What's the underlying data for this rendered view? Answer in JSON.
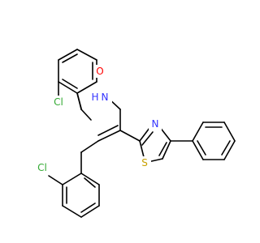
{
  "molecule": {
    "atoms": {
      "cl1": {
        "label": "Cl",
        "color": "#33aa33"
      },
      "o1": {
        "label": "O",
        "color": "#ff0000"
      },
      "n1": {
        "label": "N",
        "color": "#3333ff"
      },
      "h1": {
        "label": "H",
        "color": "#3333ff"
      },
      "cl2": {
        "label": "Cl",
        "color": "#33aa33"
      },
      "n2": {
        "label": "N",
        "color": "#3333ff"
      },
      "s1": {
        "label": "S",
        "color": "#c8a000"
      }
    },
    "bond_color": "#000000",
    "background": "#ffffff"
  }
}
